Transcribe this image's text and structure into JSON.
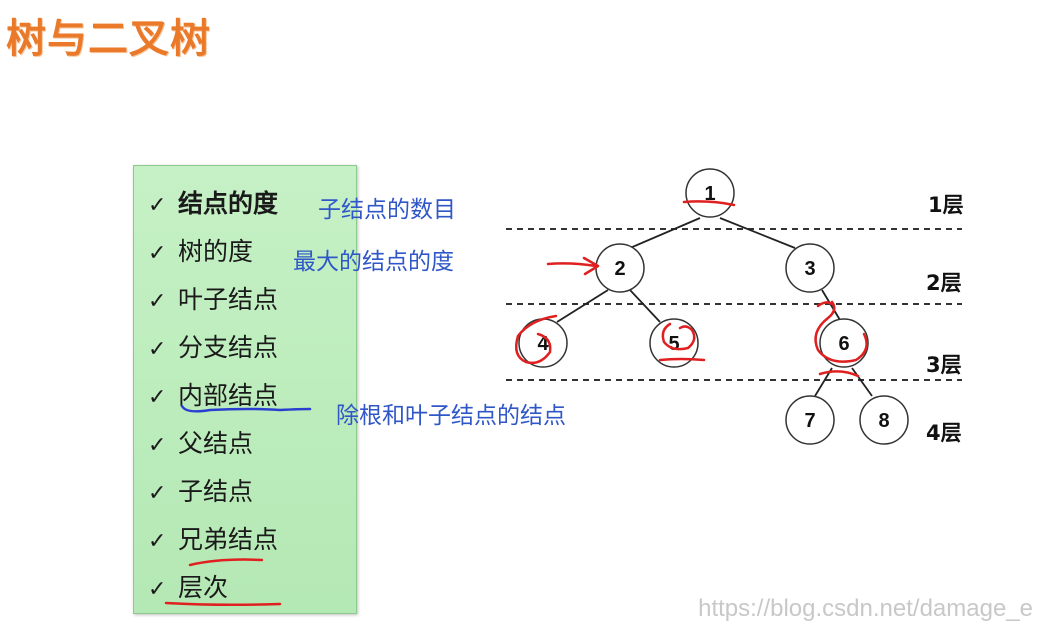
{
  "title": "树与二叉树",
  "terms": [
    {
      "label": "结点的度",
      "bold": true
    },
    {
      "label": "树的度",
      "bold": false
    },
    {
      "label": "叶子结点",
      "bold": false
    },
    {
      "label": "分支结点",
      "bold": false
    },
    {
      "label": "内部结点",
      "bold": false
    },
    {
      "label": "父结点",
      "bold": false
    },
    {
      "label": "子结点",
      "bold": false
    },
    {
      "label": "兄弟结点",
      "bold": false
    },
    {
      "label": "层次",
      "bold": false
    }
  ],
  "check_glyph": "✓",
  "annotations": {
    "node_degree": "子结点的数目",
    "tree_degree": "最大的结点的度",
    "internal_node": "除根和叶子结点的结点"
  },
  "tree": {
    "nodes": [
      "1",
      "2",
      "3",
      "4",
      "5",
      "6",
      "7",
      "8"
    ],
    "edges": [
      [
        "1",
        "2"
      ],
      [
        "1",
        "3"
      ],
      [
        "2",
        "4"
      ],
      [
        "2",
        "5"
      ],
      [
        "3",
        "6"
      ],
      [
        "6",
        "7"
      ],
      [
        "6",
        "8"
      ]
    ],
    "levels": [
      "1层",
      "2层",
      "3层",
      "4层"
    ]
  },
  "colors": {
    "title": "#ea7a2a",
    "box": "#c6f1c6",
    "annotation": "#3057c8",
    "ink_red": "#e02020",
    "ink_blue": "#2a3fd0"
  },
  "watermark": "https://blog.csdn.net/damage_e"
}
